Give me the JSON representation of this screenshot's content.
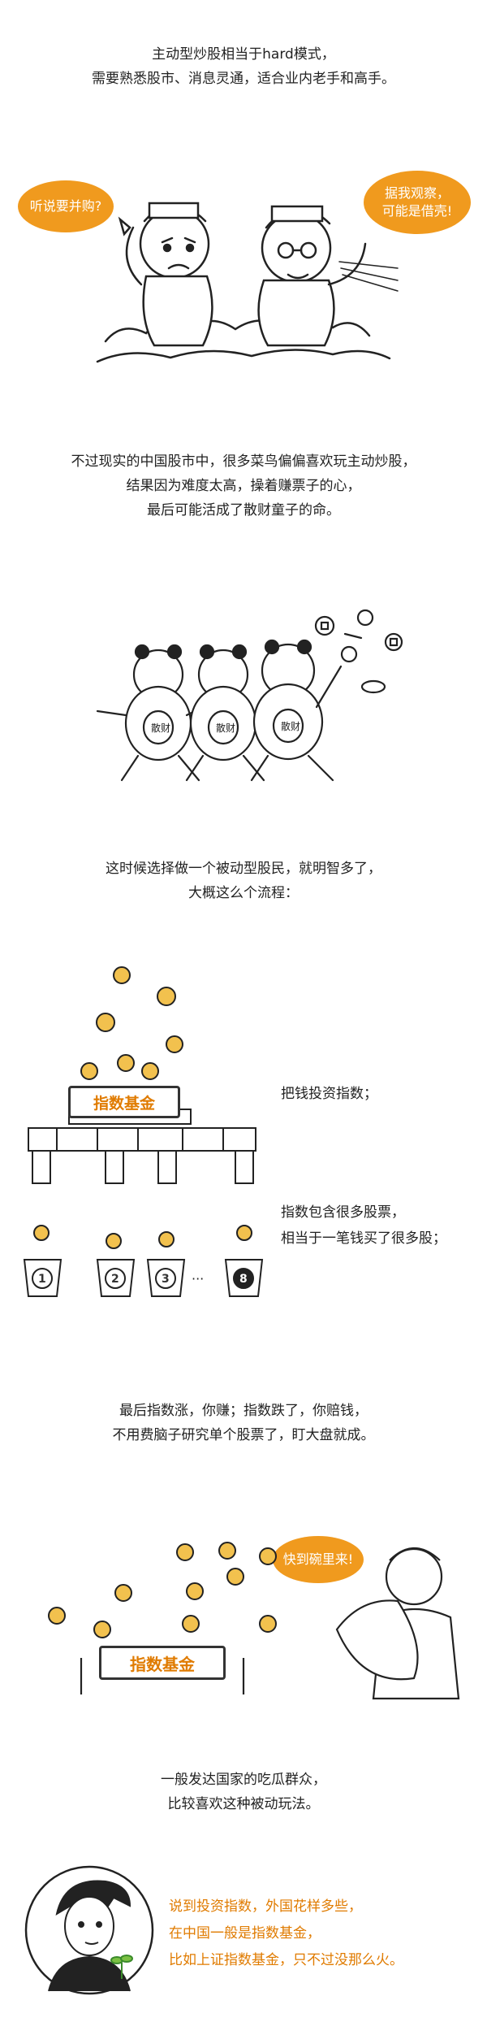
{
  "section1": {
    "lines": [
      "主动型炒股相当于hard模式，",
      "需要熟悉股市、消息灵通，适合业内老手和高手。"
    ],
    "bubble_left": "听说要并购?",
    "bubble_right": [
      "据我观察，",
      "可能是借壳!"
    ]
  },
  "section2": {
    "lines": [
      "不过现实的中国股市中，很多菜鸟偏偏喜欢玩主动炒股，",
      "结果因为难度太高，操着赚票子的心，",
      "最后可能活成了散财童子的命。"
    ],
    "belly_label": "散财"
  },
  "section3": {
    "lines": [
      "这时候选择做一个被动型股民，就明智多了，",
      "大概这么个流程："
    ],
    "sign": "指数基金",
    "note1": "把钱投资指数；",
    "note2": [
      "指数包含很多股票，",
      "相当于一笔钱买了很多股；"
    ],
    "buckets": [
      "1",
      "2",
      "3",
      "8"
    ],
    "ellipsis": "···"
  },
  "section4": {
    "lines": [
      "最后指数涨，你赚；指数跌了，你赔钱，",
      "不用费脑子研究单个股票了，盯大盘就成。"
    ],
    "bubble": "快到碗里来!",
    "sign": "指数基金"
  },
  "section5": {
    "lines": [
      "一般发达国家的吃瓜群众，",
      "比较喜欢这种被动玩法。"
    ]
  },
  "section6": {
    "lines": [
      "说到投资指数，外国花样多些，",
      "在中国一般是指数基金，",
      "比如上证指数基金，只不过没那么火。"
    ]
  }
}
